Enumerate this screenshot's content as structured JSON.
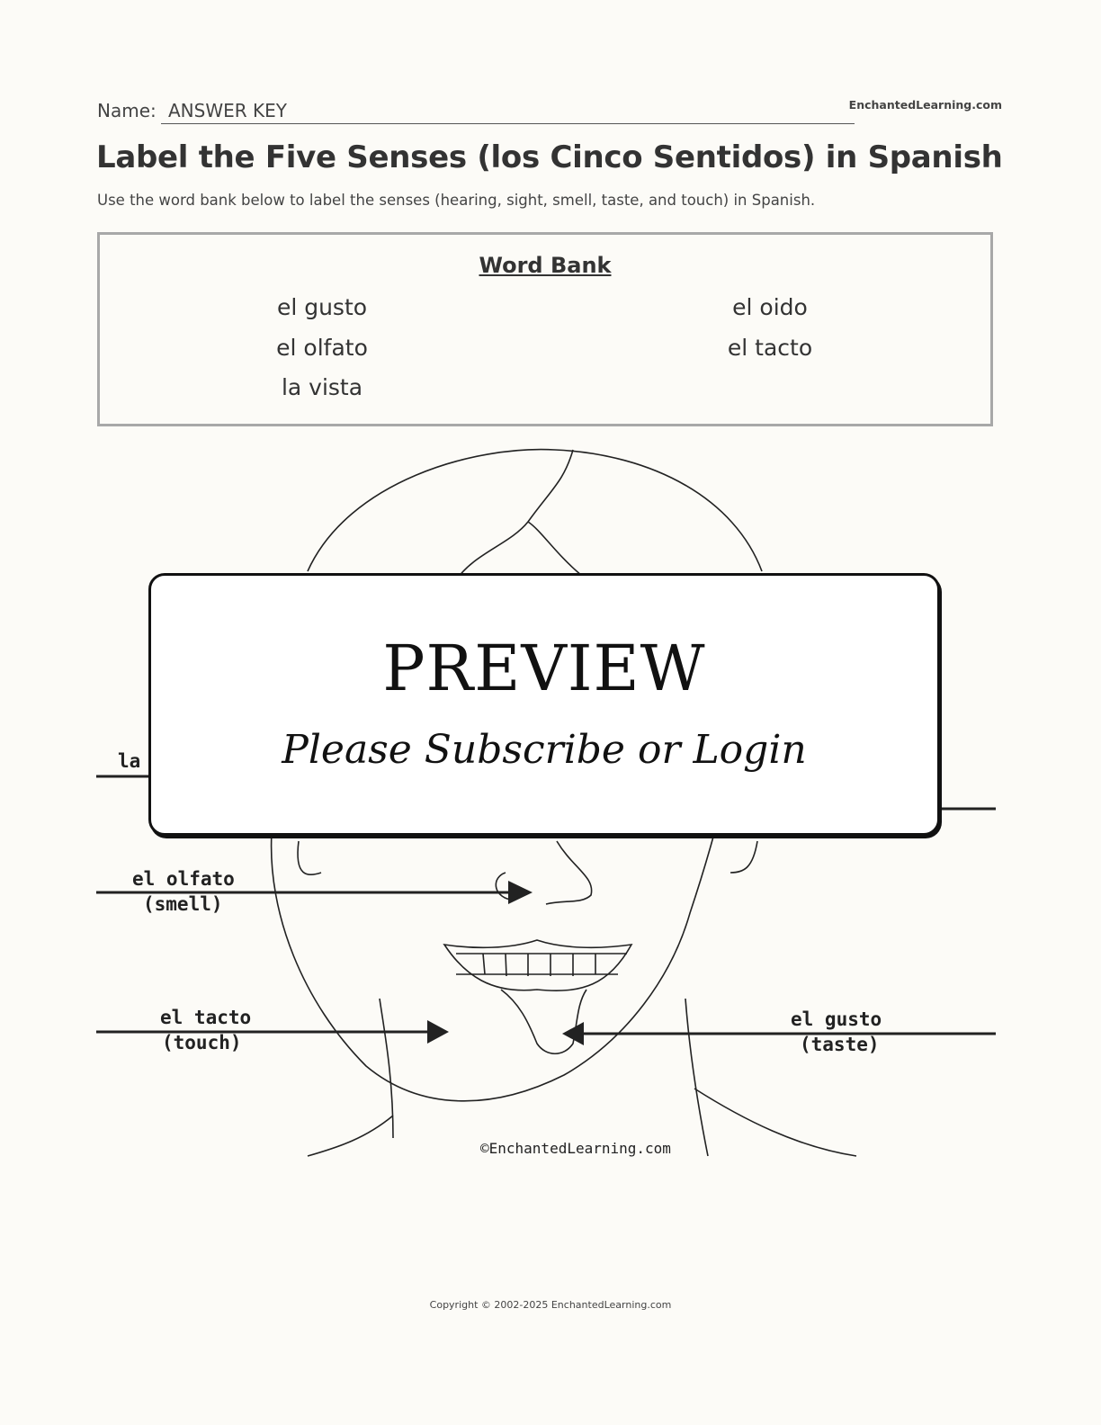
{
  "header": {
    "name_label": "Name:",
    "name_value": "ANSWER KEY",
    "brand": "EnchantedLearning.com"
  },
  "title": "Label the Five Senses (los Cinco Sentidos) in Spanish",
  "instructions": "Use the word bank below to label the senses (hearing, sight, smell, taste, and touch) in Spanish.",
  "word_bank": {
    "title": "Word Bank",
    "left": [
      "el gusto",
      "el olfato",
      "la vista"
    ],
    "right": [
      "el oido",
      "el tacto"
    ]
  },
  "illustration": {
    "labels": {
      "partial_left": "la",
      "smell_es": "el olfato",
      "smell_en": "(smell)",
      "touch_es": "el tacto",
      "touch_en": "(touch)",
      "taste_es": "el gusto",
      "taste_en": "(taste)"
    },
    "credit": "©EnchantedLearning.com"
  },
  "preview": {
    "title": "PREVIEW",
    "subtitle": "Please Subscribe or Login"
  },
  "footer": {
    "copyright": "Copyright © 2002-2025 EnchantedLearning.com"
  }
}
